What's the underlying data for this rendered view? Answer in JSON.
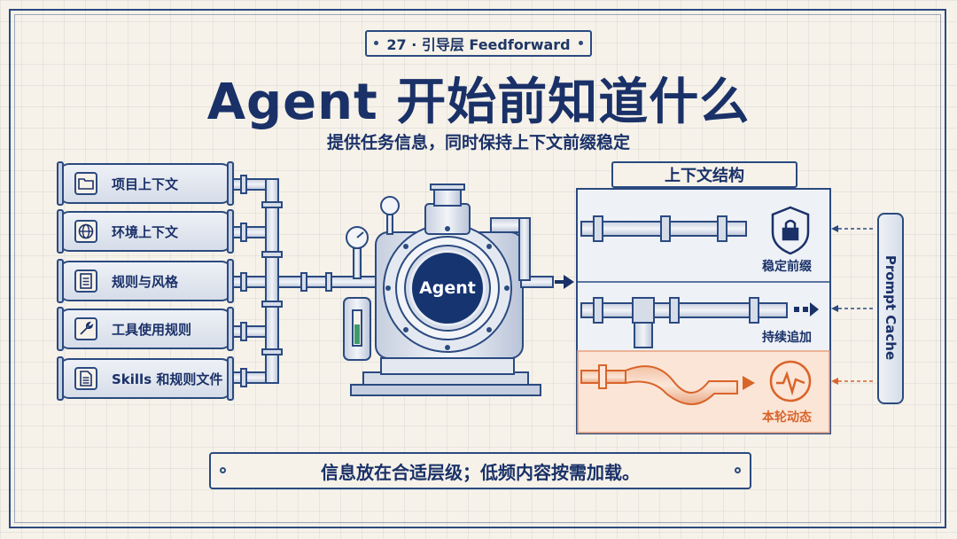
{
  "header": {
    "tag": "27 · 引导层 Feedforward",
    "title": "Agent 开始前知道什么",
    "subtitle": "提供任务信息，同时保持上下文前缀稳定"
  },
  "inputs": [
    {
      "label": "项目上下文",
      "icon": "folder-icon"
    },
    {
      "label": "环境上下文",
      "icon": "globe-icon"
    },
    {
      "label": "规则与风格",
      "icon": "document-icon"
    },
    {
      "label": "工具使用规则",
      "icon": "wrench-icon"
    },
    {
      "label": "Skills 和规则文件",
      "icon": "file-list-icon"
    }
  ],
  "engine": {
    "label": "Agent"
  },
  "context_panel": {
    "title": "上下文结构",
    "sections": [
      {
        "label": "稳定前缀",
        "icon": "lock-shield-icon",
        "color": "#1a3168"
      },
      {
        "label": "持续追加",
        "icon": "arrow-dots-icon",
        "color": "#1a3168"
      },
      {
        "label": "本轮动态",
        "icon": "pulse-icon",
        "color": "#d9642a"
      }
    ]
  },
  "cache": {
    "label": "Prompt Cache"
  },
  "footer": {
    "note": "信息放在合适层级；低频内容按需加载。"
  },
  "colors": {
    "navy": "#1a3168",
    "orange": "#d9642a",
    "paper": "#f6f2e9"
  }
}
